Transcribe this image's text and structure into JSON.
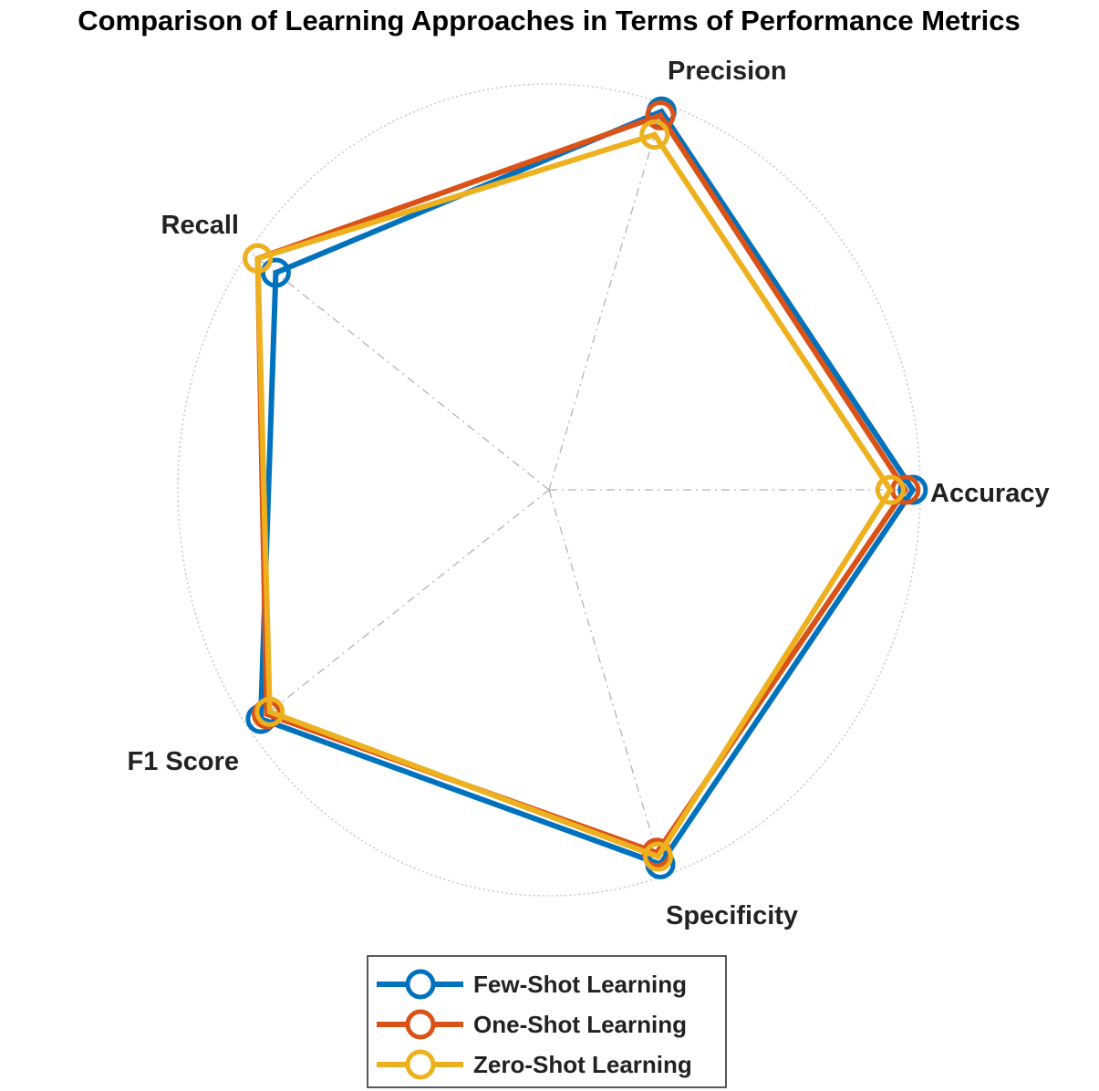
{
  "chart_data": {
    "type": "radar",
    "title": "Comparison of Learning Approaches in Terms of Performance Metrics",
    "axes": [
      "Accuracy",
      "Precision",
      "Recall",
      "F1 Score",
      "Specificity"
    ],
    "range": [
      0,
      1
    ],
    "grid": true,
    "legend_position": "bottom",
    "series": [
      {
        "name": "Few-Shot Learning",
        "color": "#0072BD",
        "values": [
          0.98,
          0.98,
          0.91,
          0.96,
          0.97
        ]
      },
      {
        "name": "One-Shot Learning",
        "color": "#D95319",
        "values": [
          0.96,
          0.97,
          0.97,
          0.94,
          0.94
        ]
      },
      {
        "name": "Zero-Shot Learning",
        "color": "#EDB120",
        "values": [
          0.92,
          0.92,
          0.97,
          0.93,
          0.95
        ]
      }
    ]
  }
}
